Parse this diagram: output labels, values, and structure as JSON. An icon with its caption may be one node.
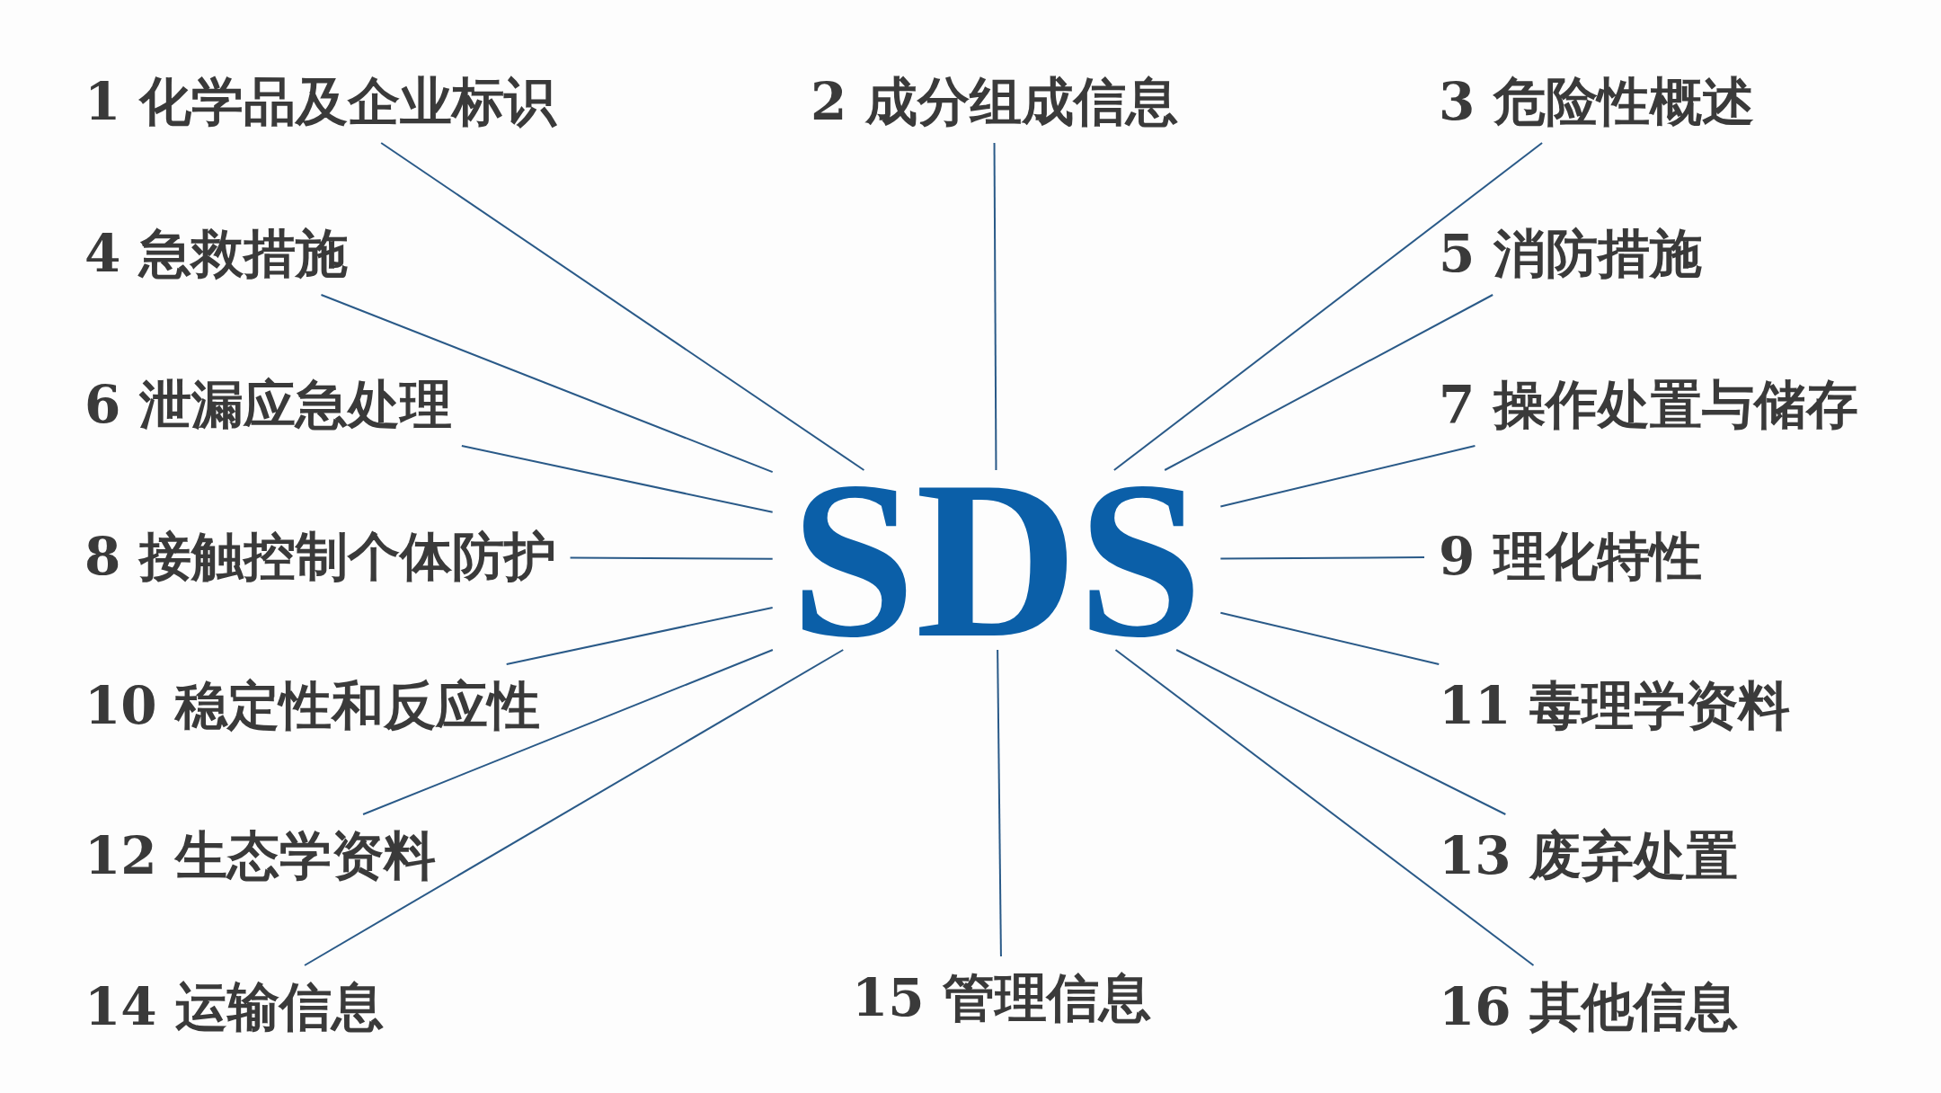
{
  "diagram": {
    "nodes": [
      {
        "text": [
          "SDS"
        ]
      },
      {
        "text": [
          "1 化学品及企业标识"
        ]
      },
      {
        "text": [
          "2 成分组成信息"
        ]
      },
      {
        "text": [
          "3 危险性概述"
        ]
      },
      {
        "text": [
          "4 急救措施"
        ]
      },
      {
        "text": [
          "5 消防措施"
        ]
      },
      {
        "text": [
          "6 泄漏应急处理"
        ]
      },
      {
        "text": [
          "7 操作处置与储存"
        ]
      },
      {
        "text": [
          "8 接触控制个体防护"
        ]
      },
      {
        "text": [
          "9 理化特性"
        ]
      },
      {
        "text": [
          "10 稳定性和反应性"
        ]
      },
      {
        "text": [
          "11 毒理学资料"
        ]
      },
      {
        "text": [
          "12 生态学资料"
        ]
      },
      {
        "text": [
          "13 废弃处置"
        ]
      },
      {
        "text": [
          "14 运输信息"
        ]
      },
      {
        "text": [
          "15 管理信息"
        ]
      },
      {
        "text": [
          "16 其他信息"
        ]
      }
    ],
    "edges": [
      {
        "from": 0,
        "to": 1,
        "arrow": "none"
      },
      {
        "from": 0,
        "to": 2,
        "arrow": "none"
      },
      {
        "from": 0,
        "to": 3,
        "arrow": "none"
      },
      {
        "from": 0,
        "to": 4,
        "arrow": "none"
      },
      {
        "from": 0,
        "to": 5,
        "arrow": "none"
      },
      {
        "from": 0,
        "to": 6,
        "arrow": "none"
      },
      {
        "from": 0,
        "to": 7,
        "arrow": "none"
      },
      {
        "from": 0,
        "to": 8,
        "arrow": "none"
      },
      {
        "from": 0,
        "to": 9,
        "arrow": "none"
      },
      {
        "from": 0,
        "to": 10,
        "arrow": "none"
      },
      {
        "from": 0,
        "to": 11,
        "arrow": "none"
      },
      {
        "from": 0,
        "to": 12,
        "arrow": "none"
      },
      {
        "from": 0,
        "to": 13,
        "arrow": "none"
      },
      {
        "from": 0,
        "to": 14,
        "arrow": "none"
      },
      {
        "from": 0,
        "to": 15,
        "arrow": "none"
      },
      {
        "from": 0,
        "to": 16,
        "arrow": "none"
      }
    ]
  }
}
